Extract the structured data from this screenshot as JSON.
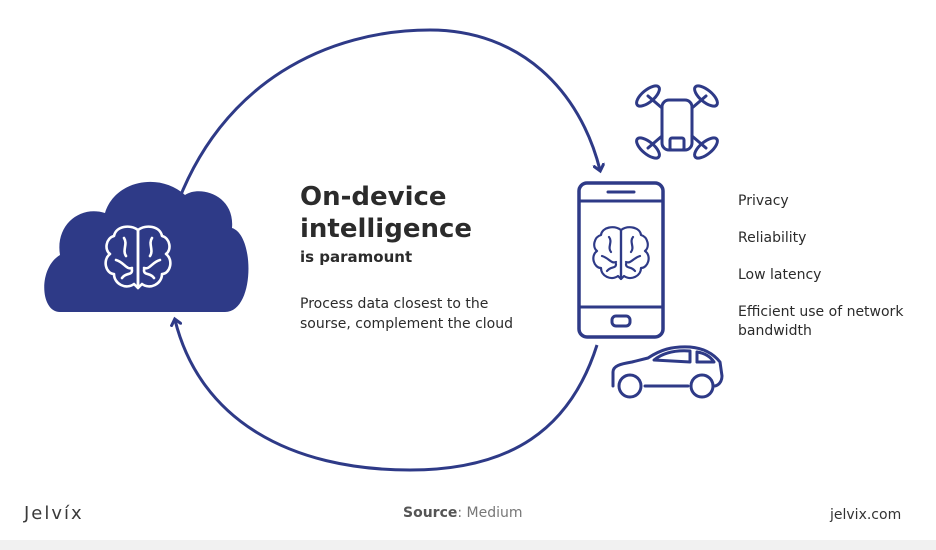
{
  "diagram": {
    "title_line1": "On-device",
    "title_line2": "intelligence",
    "subtitle": "is paramount",
    "description": "Process data closest to the sourse, complement the cloud",
    "benefits": [
      "Privacy",
      "Reliability",
      "Low latency",
      "Efficient use of network bandwidth"
    ],
    "icons": [
      "cloud-brain-icon",
      "drone-icon",
      "smartphone-brain-icon",
      "car-icon"
    ],
    "accent_color": "#2e3a87"
  },
  "footer": {
    "brand": "Jelvíx",
    "source_label": "Source",
    "source_value": ": Medium",
    "url": "jelvix.com"
  }
}
